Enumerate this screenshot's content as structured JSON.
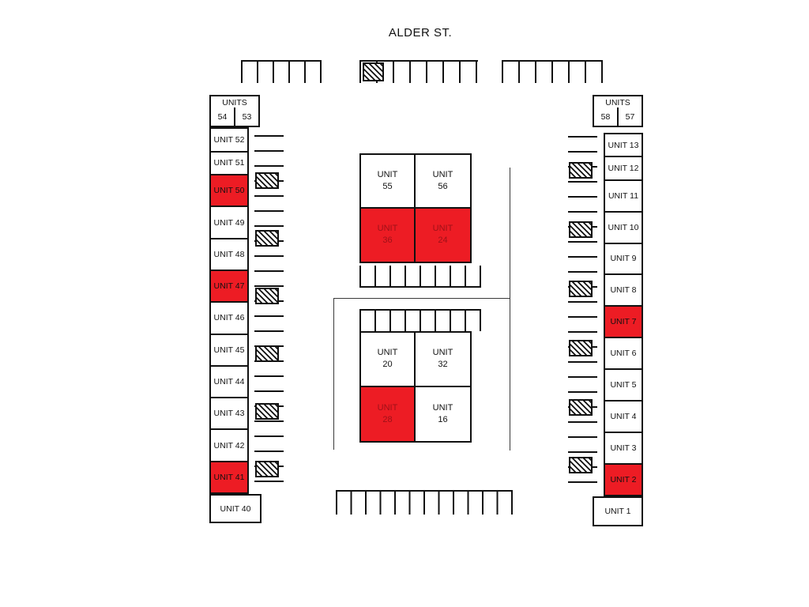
{
  "title": "ALDER ST.",
  "colors": {
    "highlight": "#ed1c24",
    "line": "#111111"
  },
  "left_column": {
    "header": {
      "label": "UNITS",
      "cells": [
        "54",
        "53"
      ]
    },
    "units": [
      {
        "label": "UNIT 52",
        "highlighted": false
      },
      {
        "label": "UNIT 51",
        "highlighted": false
      },
      {
        "label": "UNIT 50",
        "highlighted": true
      },
      {
        "label": "UNIT 49",
        "highlighted": false
      },
      {
        "label": "UNIT 48",
        "highlighted": false
      },
      {
        "label": "UNIT 47",
        "highlighted": true
      },
      {
        "label": "UNIT 46",
        "highlighted": false
      },
      {
        "label": "UNIT 45",
        "highlighted": false
      },
      {
        "label": "UNIT 44",
        "highlighted": false
      },
      {
        "label": "UNIT 43",
        "highlighted": false
      },
      {
        "label": "UNIT 42",
        "highlighted": false
      },
      {
        "label": "UNIT 41",
        "highlighted": true
      }
    ],
    "footer": {
      "label": "UNIT 40",
      "highlighted": false
    }
  },
  "right_column": {
    "header": {
      "label": "UNITS",
      "cells": [
        "58",
        "57"
      ]
    },
    "units": [
      {
        "label": "UNIT 13",
        "highlighted": false
      },
      {
        "label": "UNIT 12",
        "highlighted": false
      },
      {
        "label": "UNIT 11",
        "highlighted": false
      },
      {
        "label": "UNIT 10",
        "highlighted": false
      },
      {
        "label": "UNIT 9",
        "highlighted": false
      },
      {
        "label": "UNIT 8",
        "highlighted": false
      },
      {
        "label": "UNIT 7",
        "highlighted": true
      },
      {
        "label": "UNIT 6",
        "highlighted": false
      },
      {
        "label": "UNIT 5",
        "highlighted": false
      },
      {
        "label": "UNIT 4",
        "highlighted": false
      },
      {
        "label": "UNIT 3",
        "highlighted": false
      },
      {
        "label": "UNIT 2",
        "highlighted": true
      }
    ],
    "footer": {
      "label": "UNIT 1",
      "highlighted": false
    }
  },
  "center": {
    "upper_block": {
      "cells": [
        {
          "label": "UNIT\n55",
          "highlighted": false
        },
        {
          "label": "UNIT\n56",
          "highlighted": false
        },
        {
          "label": "UNIT\n36",
          "highlighted": true
        },
        {
          "label": "UNIT\n24",
          "highlighted": true
        }
      ]
    },
    "lower_block": {
      "cells": [
        {
          "label": "UNIT\n20",
          "highlighted": false
        },
        {
          "label": "UNIT\n32",
          "highlighted": false
        },
        {
          "label": "UNIT\n28",
          "highlighted": true
        },
        {
          "label": "UNIT\n16",
          "highlighted": false
        }
      ]
    }
  }
}
